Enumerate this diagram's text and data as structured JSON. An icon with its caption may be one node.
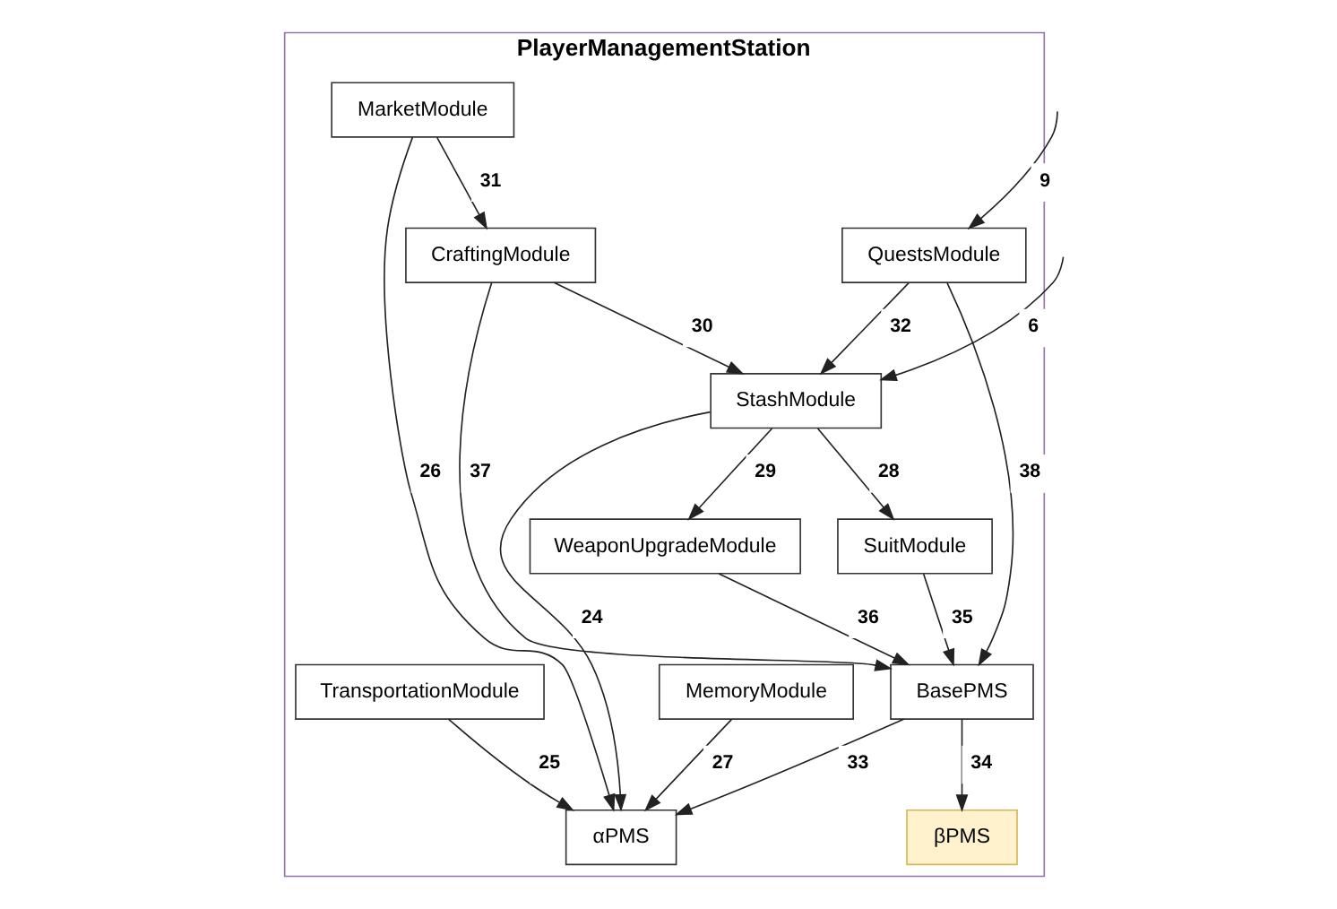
{
  "diagram": {
    "nodes": [
      {
        "text": [
          "PlayerManagementStation"
        ]
      },
      {
        "text": [
          "StashModule"
        ],
        "in": 0
      },
      {
        "text": [
          "SuitModule"
        ],
        "in": 0
      },
      {
        "text": [
          "TransportationModule"
        ],
        "in": 0
      },
      {
        "text": [
          "WeaponUpgradeModule"
        ],
        "in": 0
      },
      {
        "text": [
          "MarketModule"
        ],
        "in": 0
      },
      {
        "text": [
          "CraftingModule"
        ],
        "in": 0
      },
      {
        "text": [
          "MemoryModule"
        ],
        "in": 0
      },
      {
        "text": [
          "QuestsModule"
        ],
        "in": 0
      },
      {
        "text": [
          "αPMS"
        ],
        "in": 0
      },
      {
        "text": [
          "BasePMS"
        ],
        "in": 0
      },
      {
        "text": [
          "βPMS"
        ],
        "in": 0
      }
    ],
    "edges": [
      {
        "from": null,
        "to": 1,
        "arrow": "to",
        "label": "6"
      },
      {
        "from": 1,
        "to": 9,
        "arrow": "to",
        "label": "24"
      },
      {
        "from": 3,
        "to": 9,
        "arrow": "to",
        "label": "25"
      },
      {
        "from": 5,
        "to": 9,
        "arrow": "to",
        "label": "26"
      },
      {
        "from": 7,
        "to": 9,
        "arrow": "to",
        "label": "27"
      },
      {
        "from": 1,
        "to": 2,
        "arrow": "to",
        "label": "28"
      },
      {
        "from": 1,
        "to": 4,
        "arrow": "to",
        "label": "29"
      },
      {
        "from": 6,
        "to": 1,
        "arrow": "to",
        "label": "30"
      },
      {
        "from": 5,
        "to": 6,
        "arrow": "to",
        "label": "31"
      },
      {
        "from": 8,
        "to": 1,
        "arrow": "to",
        "label": "32"
      },
      {
        "from": 10,
        "to": 9,
        "arrow": "to",
        "label": "33"
      },
      {
        "from": 10,
        "to": 11,
        "arrow": "to",
        "label": "34"
      },
      {
        "from": 2,
        "to": 10,
        "arrow": "to",
        "label": "35"
      },
      {
        "from": 4,
        "to": 10,
        "arrow": "to",
        "label": "36"
      },
      {
        "from": 6,
        "to": 10,
        "arrow": "to",
        "label": "37"
      },
      {
        "from": 8,
        "to": 10,
        "arrow": "to",
        "label": "38"
      },
      {
        "from": null,
        "to": 8,
        "arrow": "to",
        "label": "9"
      }
    ]
  }
}
